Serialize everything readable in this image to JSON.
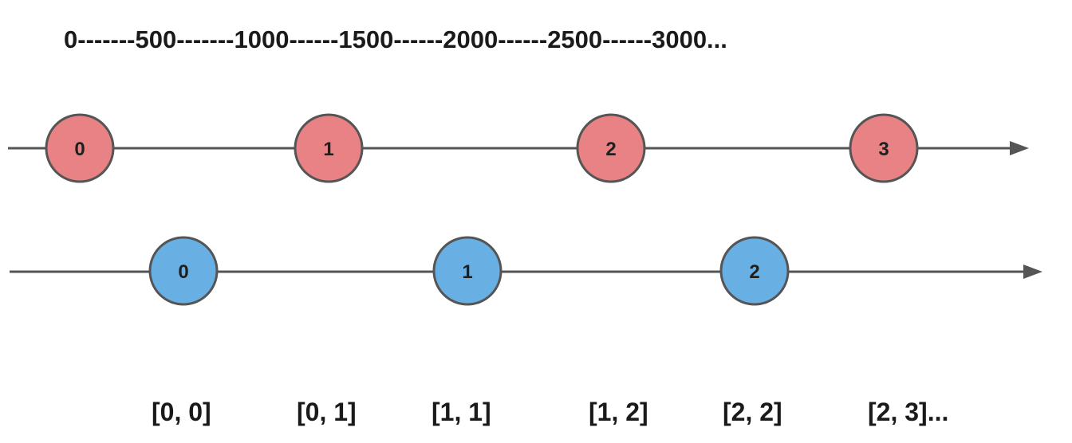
{
  "timeline_label": "0-------500-------1000------1500------2000------2500------3000...",
  "colors": {
    "line": "#555555",
    "red_fill": "#E88285",
    "blue_fill": "#68B0E4",
    "stroke": "#555555"
  },
  "streams": [
    {
      "id": "red",
      "marbles": [
        "0",
        "1",
        "2",
        "3"
      ]
    },
    {
      "id": "blue",
      "marbles": [
        "0",
        "1",
        "2"
      ]
    }
  ],
  "results": [
    "[0, 0]",
    "[0, 1]",
    "[1, 1]",
    "[1, 2]",
    "[2, 2]",
    "[2, 3]..."
  ]
}
